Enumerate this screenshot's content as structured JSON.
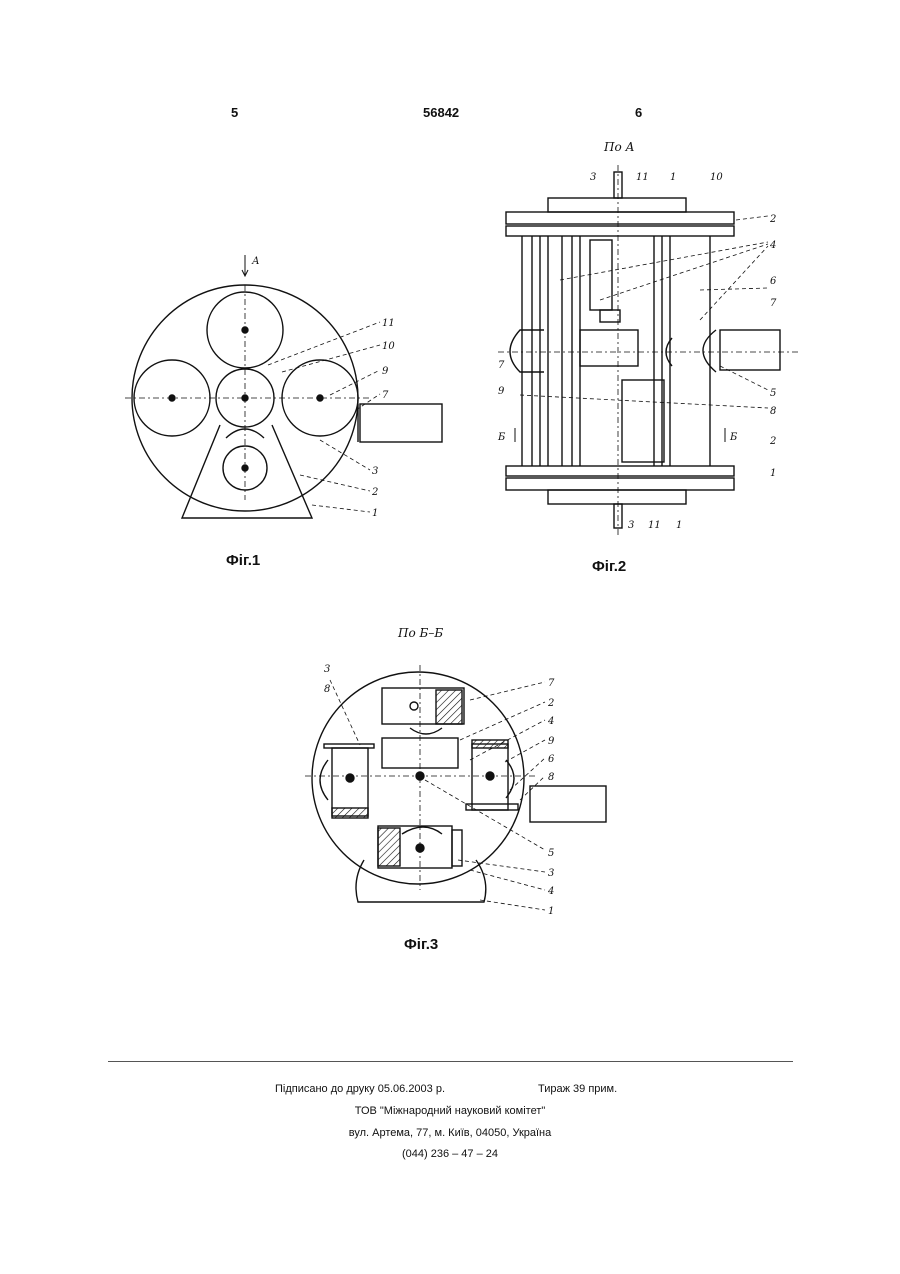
{
  "header": {
    "page_left": "5",
    "patent_number": "56842",
    "page_right": "6"
  },
  "figures": {
    "fig1": {
      "caption": "Фіг.1",
      "view_label": "А",
      "labels": [
        "11",
        "10",
        "9",
        "7",
        "3",
        "2",
        "1"
      ]
    },
    "fig2": {
      "caption": "Фіг.2",
      "view_label": "По А",
      "labels": [
        "3",
        "11",
        "1",
        "10",
        "2",
        "4",
        "6",
        "7",
        "7",
        "5",
        "9",
        "8",
        "Б",
        "Б",
        "2",
        "1",
        "3",
        "11",
        "1"
      ]
    },
    "fig3": {
      "caption": "Фіг.3",
      "view_label": "По Б–Б",
      "labels": [
        "3",
        "8",
        "7",
        "2",
        "4",
        "9",
        "6",
        "8",
        "5",
        "3",
        "4",
        "1"
      ]
    }
  },
  "imprint": {
    "signed": "Підписано до друку 05.06.2003 р.",
    "print_run": "Тираж 39 прим.",
    "publisher": "ТОВ \"Міжнародний науковий комітет\"",
    "address": "вул. Артема, 77, м. Київ, 04050, Україна",
    "phone": "(044) 236 – 47 – 24"
  }
}
